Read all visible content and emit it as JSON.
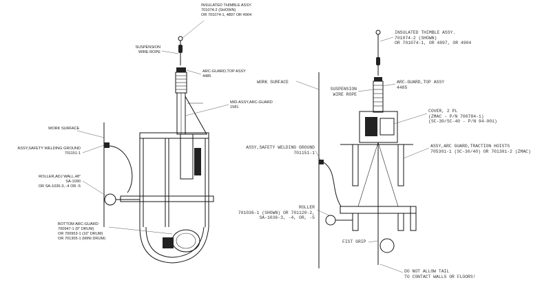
{
  "left_view": {
    "insulated_thimble": [
      "INSULATED THIMBLE ASSY.",
      "701074-2 (SHOWN)",
      "OR 701074-1, 4897 OR 4904"
    ],
    "suspension_wire_rope": [
      "SUSPENSION",
      "WIRE ROPE"
    ],
    "arc_guard_top": [
      "ARC-GUARD,TOP ASSY",
      "4485"
    ],
    "mid_assy_arc_guard": [
      "MID-ASSY,ARC-GUARD",
      "1581"
    ],
    "work_surface": [
      "WORK SURFACE"
    ],
    "assy_safety_welding_ground": [
      "ASSY,SAFETY WELDING GROUND",
      "701151-1"
    ],
    "roller_adj_wall": [
      "ROLLER,ADJ WALL,48\"",
      "SA-1090",
      "OR SA-1036-3, -4 OR -5"
    ],
    "bottom_arc_guard": [
      "BOTTOM ARC-GUARD",
      "700947-1 (9\" DRUM)",
      "OR 700953-1 (16\" DRUM)",
      "OR 701305-1 (MINI DRUM)"
    ]
  },
  "right_view": {
    "insulated_thimble": [
      "INSULATED THIMBLE ASSY.",
      "701074-2 (SHOWN)",
      "OR 701074-1, OR 4897, OR 4904"
    ],
    "work_surface": [
      "WORK SURFACE"
    ],
    "suspension_wire_rope": [
      "SUSPENSION",
      "WIRE ROPE"
    ],
    "arc_guard_top": [
      "ARC-GUARD,TOP ASSY",
      "4485"
    ],
    "cover": [
      "COVER, 2 PL",
      "(ZMAC - P/N 700784-1)",
      "(SC-30/SC-40 - P/N 94-001)"
    ],
    "assy_safety_welding_ground": [
      "ASSY,SAFETY WELDING GROUND",
      "701151-1"
    ],
    "assy_arc_guard_traction": [
      "ASSY,ARC GUARD,TRACTION HOISTS",
      "705301-1 (SC-30/40) OR 701301-2 (ZMAC)"
    ],
    "roller": [
      "ROLLER",
      "701036-1 (SHOWN) OR 701120-2,",
      "SA-1036-3, -4, OR, -5"
    ],
    "fist_grip": [
      "FIST GRIP"
    ],
    "do_not_allow_tail": [
      "DO NOT ALLOW TAIL",
      "TO CONTACT WALLS OR FLOORS!"
    ]
  }
}
